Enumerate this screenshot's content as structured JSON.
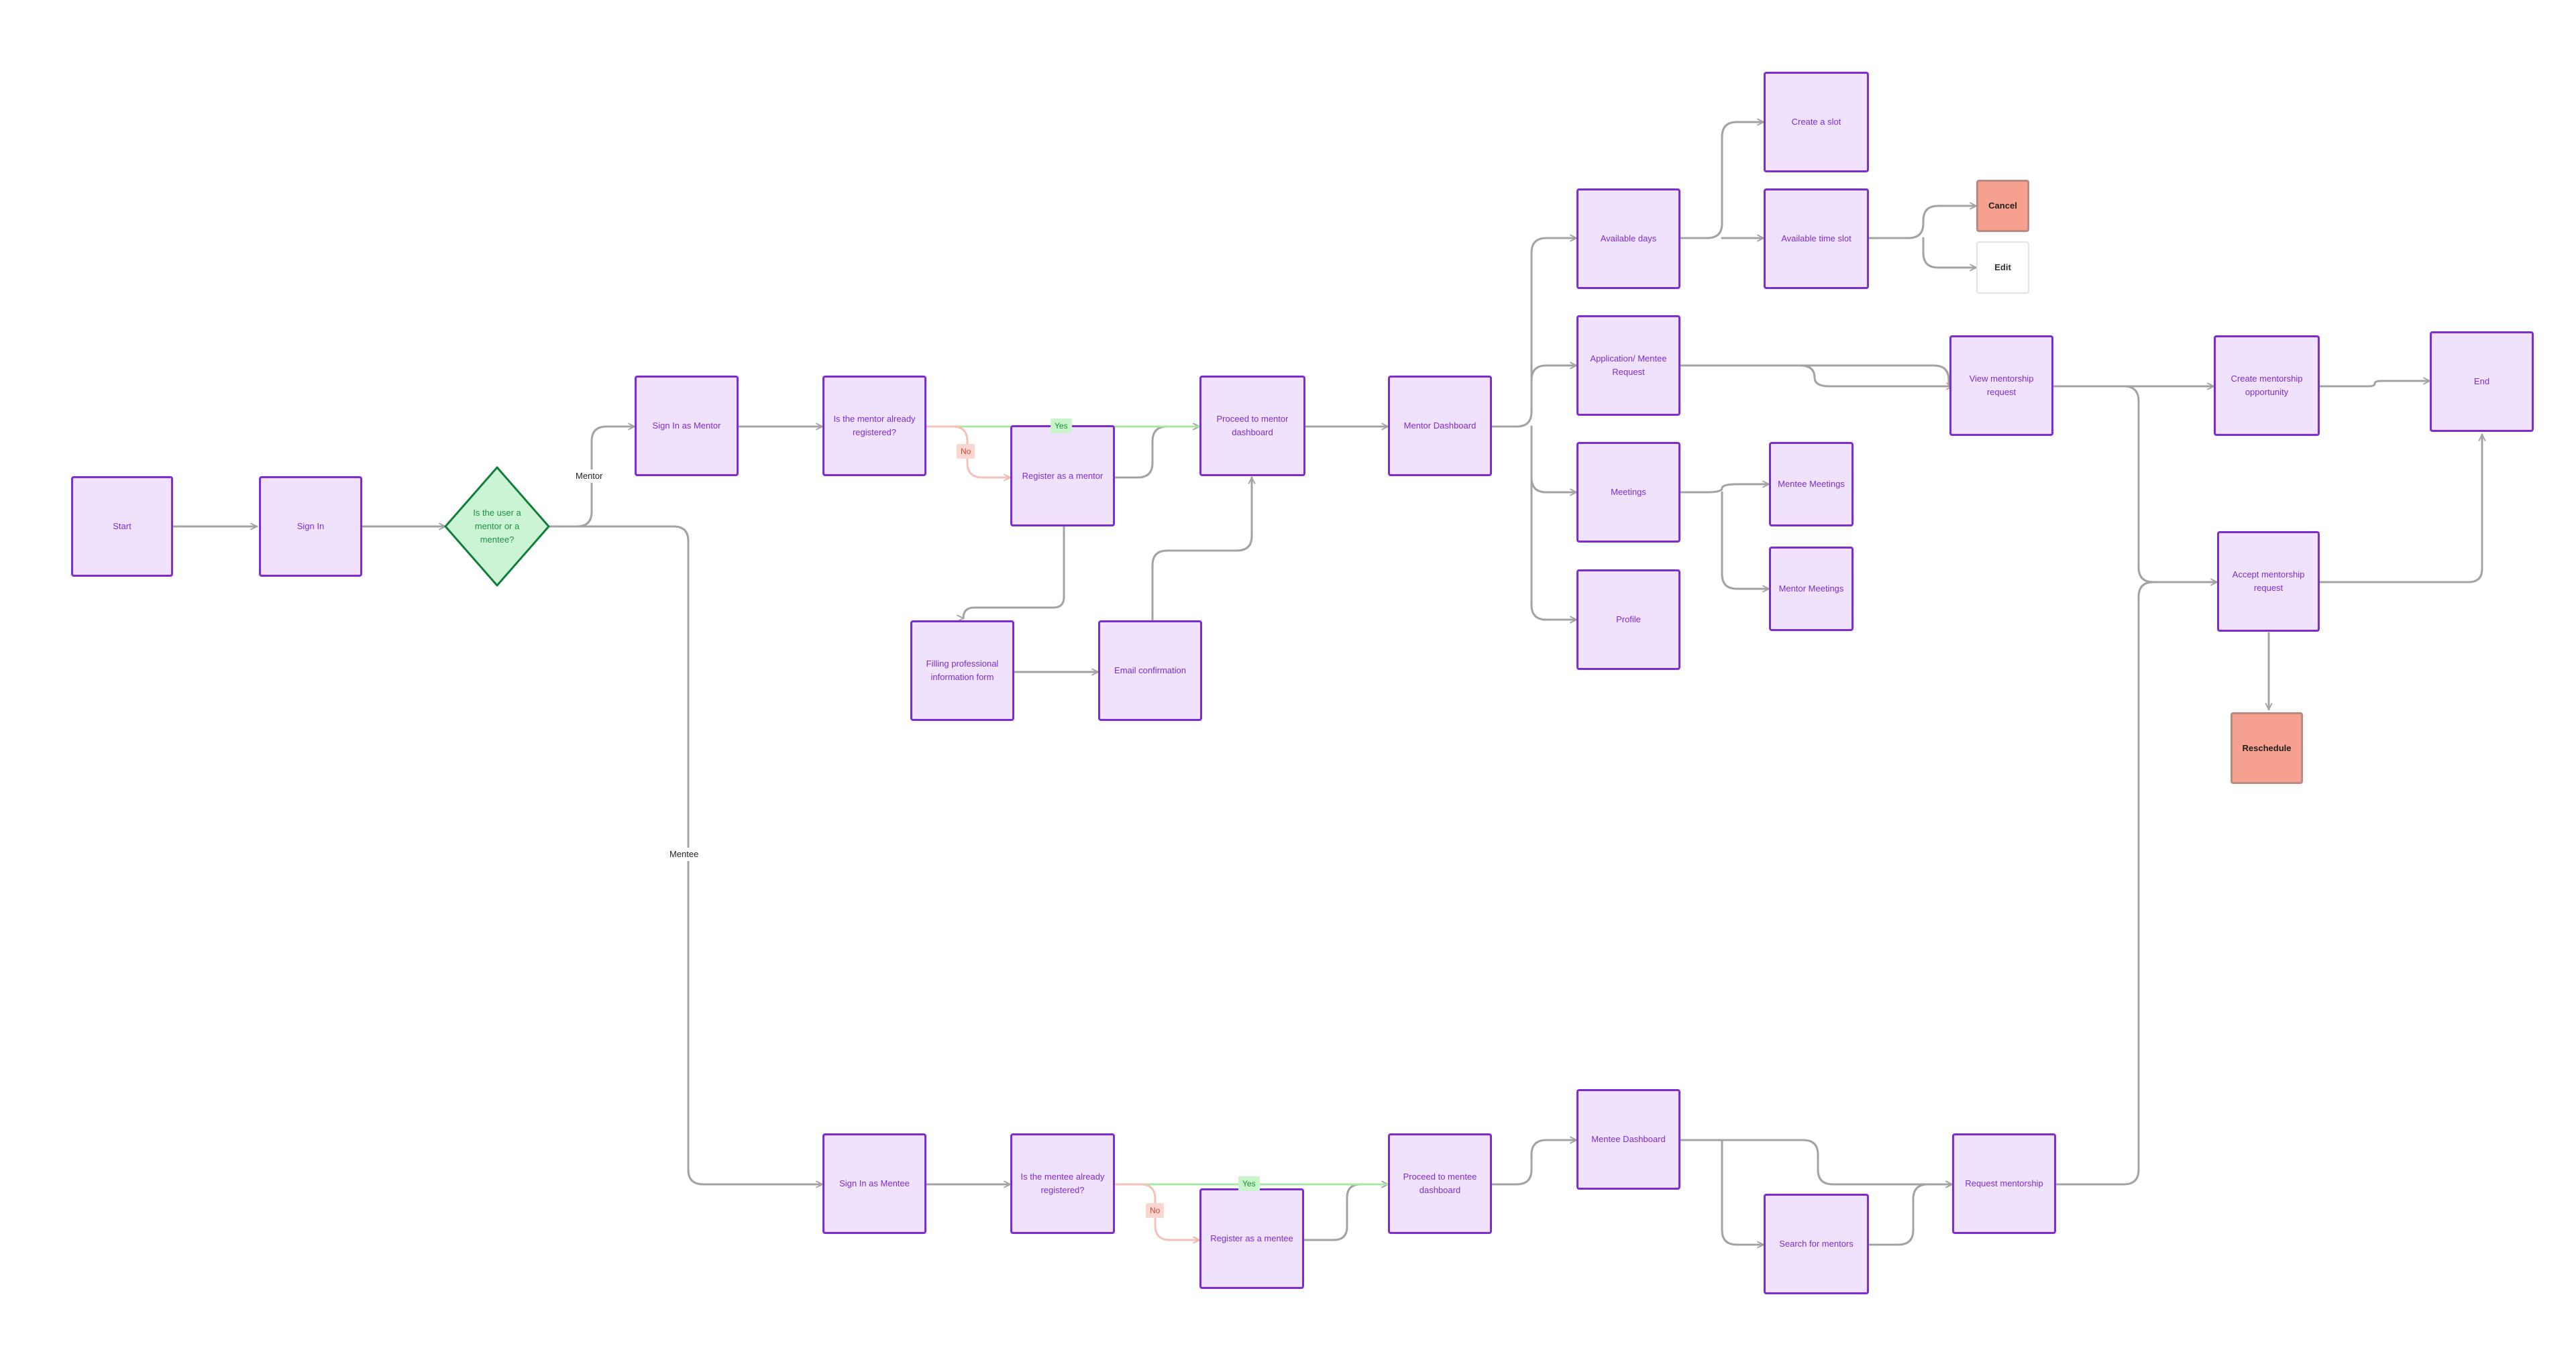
{
  "diagram": {
    "colors": {
      "node_fill": "#f0e2fd",
      "node_border": "#7b2dd3",
      "node_text": "#7c2bd8",
      "decision_fill": "#cbf4d4",
      "decision_border": "#117d3b",
      "connector": "#a3a3a3",
      "yes_path": "#a7e8a7",
      "no_path": "#f4c2ba",
      "alert_fill": "#f6a18f"
    },
    "nodes": {
      "start": "Start",
      "sign_in": "Sign In",
      "decision": "Is the user a mentor or a mentee?",
      "sign_in_mentor": "Sign In as Mentor",
      "mentor_registered": "Is the mentor already registered?",
      "register_mentor": "Register as a mentor",
      "filling_form": "Filling professional information form",
      "email_confirmation": "Email confirmation",
      "proceed_mentor": "Proceed to mentor dashboard",
      "mentor_dashboard": "Mentor Dashboard",
      "available_days": "Available days",
      "create_slot": "Create a slot",
      "available_time_slot": "Available time slot",
      "cancel": "Cancel",
      "edit": "Edit",
      "application_request": "Application/ Mentee Request",
      "view_request": "View mentorship request",
      "create_opportunity": "Create mentorship opportunity",
      "end": "End",
      "meetings": "Meetings",
      "mentee_meetings": "Mentee Meetings",
      "mentor_meetings": "Mentor Meetings",
      "profile": "Profile",
      "accept_request": "Accept mentorship request",
      "reschedule": "Reschedule",
      "sign_in_mentee": "Sign In as Mentee",
      "mentee_registered": "Is the mentee already registered?",
      "register_mentee": "Register as a mentee",
      "proceed_mentee": "Proceed to mentee dashboard",
      "mentee_dashboard": "Mentee Dashboard",
      "search_mentors": "Search for mentors",
      "request_mentorship": "Request mentorship"
    },
    "edge_labels": {
      "mentor": "Mentor",
      "mentee": "Mentee",
      "yes_top": "Yes",
      "no_top": "No",
      "yes_bottom": "Yes",
      "no_bottom": "No"
    }
  }
}
